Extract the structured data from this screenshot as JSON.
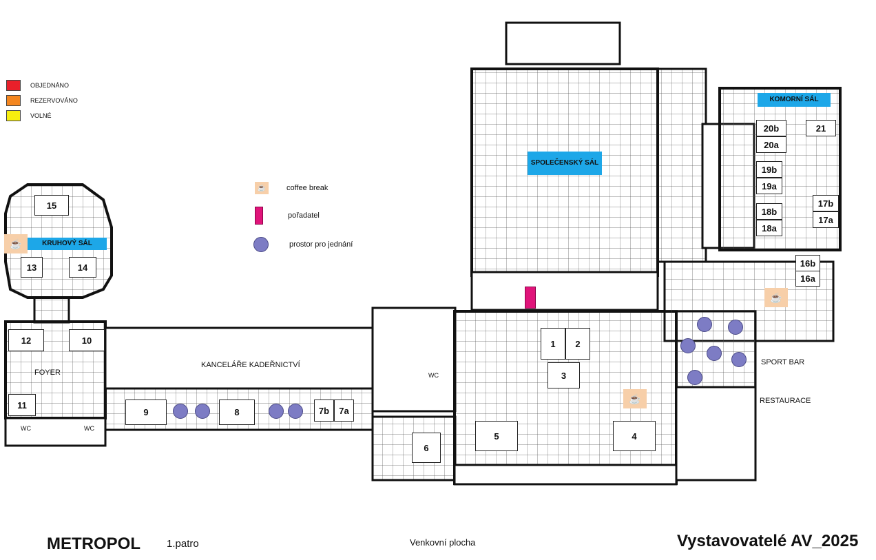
{
  "legend": {
    "status": [
      {
        "label": "OBJEDNÁNO",
        "color": "#e8202a"
      },
      {
        "label": "REZERVOVÁNO",
        "color": "#f4861f"
      },
      {
        "label": "VOLNÉ",
        "color": "#f7ee0f"
      }
    ],
    "symbols": {
      "coffee": "coffee break",
      "organizer": "pořadatel",
      "meeting": "prostor pro jednání"
    }
  },
  "halls": {
    "spolecensky": "SPOLEČENSKÝ SÁL",
    "komorni": "KOMORNÍ SÁL",
    "kruhovy": "KRUHOVÝ SÁL"
  },
  "areas": {
    "foyer": "FOYER",
    "kancelare": "KANCELÁŘE KADEŘNICTVÍ",
    "sport_bar": "SPORT BAR",
    "restaurace": "RESTAURACE",
    "wc": "WC"
  },
  "booths": [
    "1",
    "2",
    "3",
    "4",
    "5",
    "6",
    "7a",
    "7b",
    "8",
    "9",
    "10",
    "11",
    "12",
    "13",
    "14",
    "15",
    "16a",
    "16b",
    "17a",
    "17b",
    "18a",
    "18b",
    "19a",
    "19b",
    "20a",
    "20b",
    "21"
  ],
  "footer": {
    "venue": "METROPOL",
    "floor": "1.patro",
    "outdoor": "Venkovní plocha",
    "title": "Vystavovatelé AV_2025"
  },
  "colors": {
    "hall_tag": "#1da7e8",
    "coffee": "#f7cfa9",
    "organizer": "#e0147a",
    "meeting": "#7d7cc4"
  }
}
